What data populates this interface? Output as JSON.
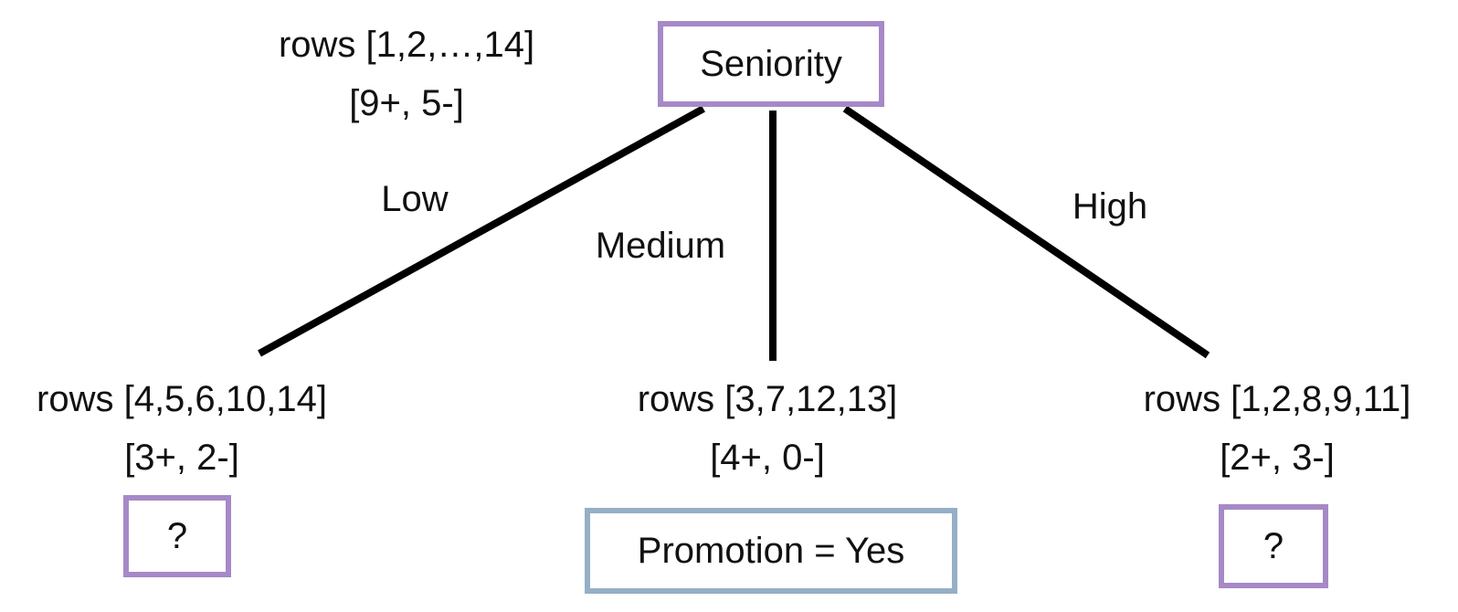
{
  "root": {
    "label": "Seniority",
    "rows": "rows [1,2,…,14]",
    "counts": "[9+, 5-]"
  },
  "branches": [
    {
      "edge_label": "Low",
      "rows": "rows [4,5,6,10,14]",
      "counts": "[3+, 2-]",
      "leaf": "?"
    },
    {
      "edge_label": "Medium",
      "rows": "rows [3,7,12,13]",
      "counts": "[4+, 0-]",
      "leaf": "Promotion = Yes"
    },
    {
      "edge_label": "High",
      "rows": "rows [1,2,8,9,11]",
      "counts": "[2+, 3-]",
      "leaf": "?"
    }
  ],
  "colors": {
    "node_border": "#a689c6",
    "decision_border": "#95afc7",
    "edge": "#000000"
  }
}
